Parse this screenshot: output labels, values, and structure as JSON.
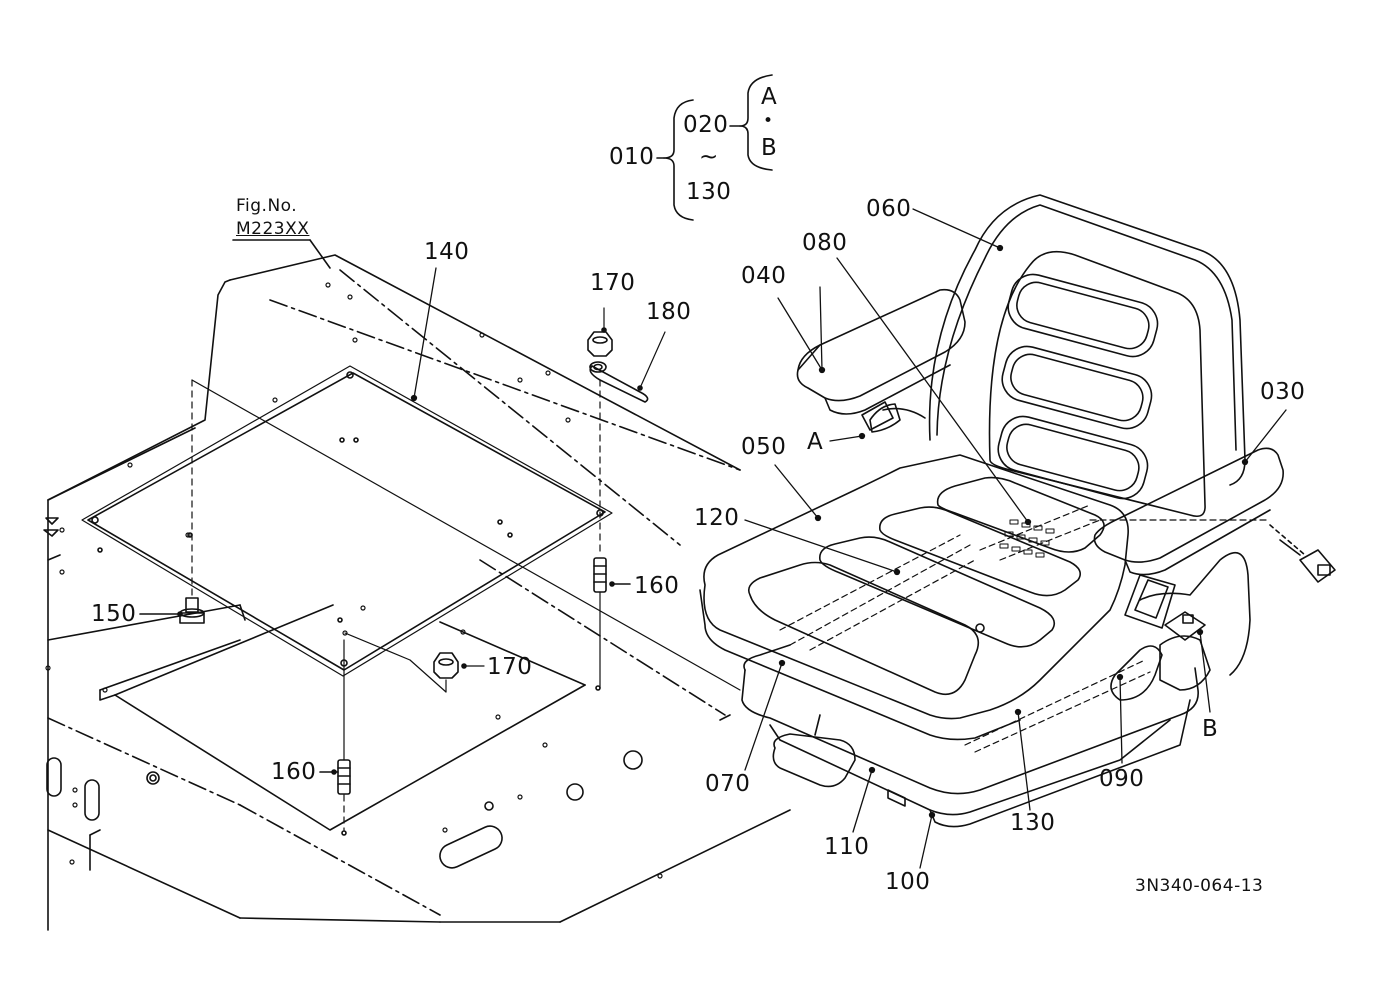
{
  "diagram": {
    "fig_ref": {
      "line1": "Fig.No.",
      "line2": "M223XX"
    },
    "assembly": {
      "main": "010",
      "range_start": "020",
      "tilde": "~",
      "range_end": "130",
      "variant_a": "A",
      "variant_dot": "•",
      "variant_b": "B"
    },
    "callouts": {
      "p030": "030",
      "p040": "040",
      "p050": "050",
      "p060": "060",
      "p070": "070",
      "p080": "080",
      "p090": "090",
      "p100": "100",
      "p110": "110",
      "p120": "120",
      "p130": "130",
      "p140": "140",
      "p150": "150",
      "p160_upper": "160",
      "p160_lower": "160",
      "p170_upper": "170",
      "p170_lower": "170",
      "p180": "180",
      "ref_a": "A",
      "ref_b": "B"
    },
    "drawing_code": "3N340-064-13"
  }
}
